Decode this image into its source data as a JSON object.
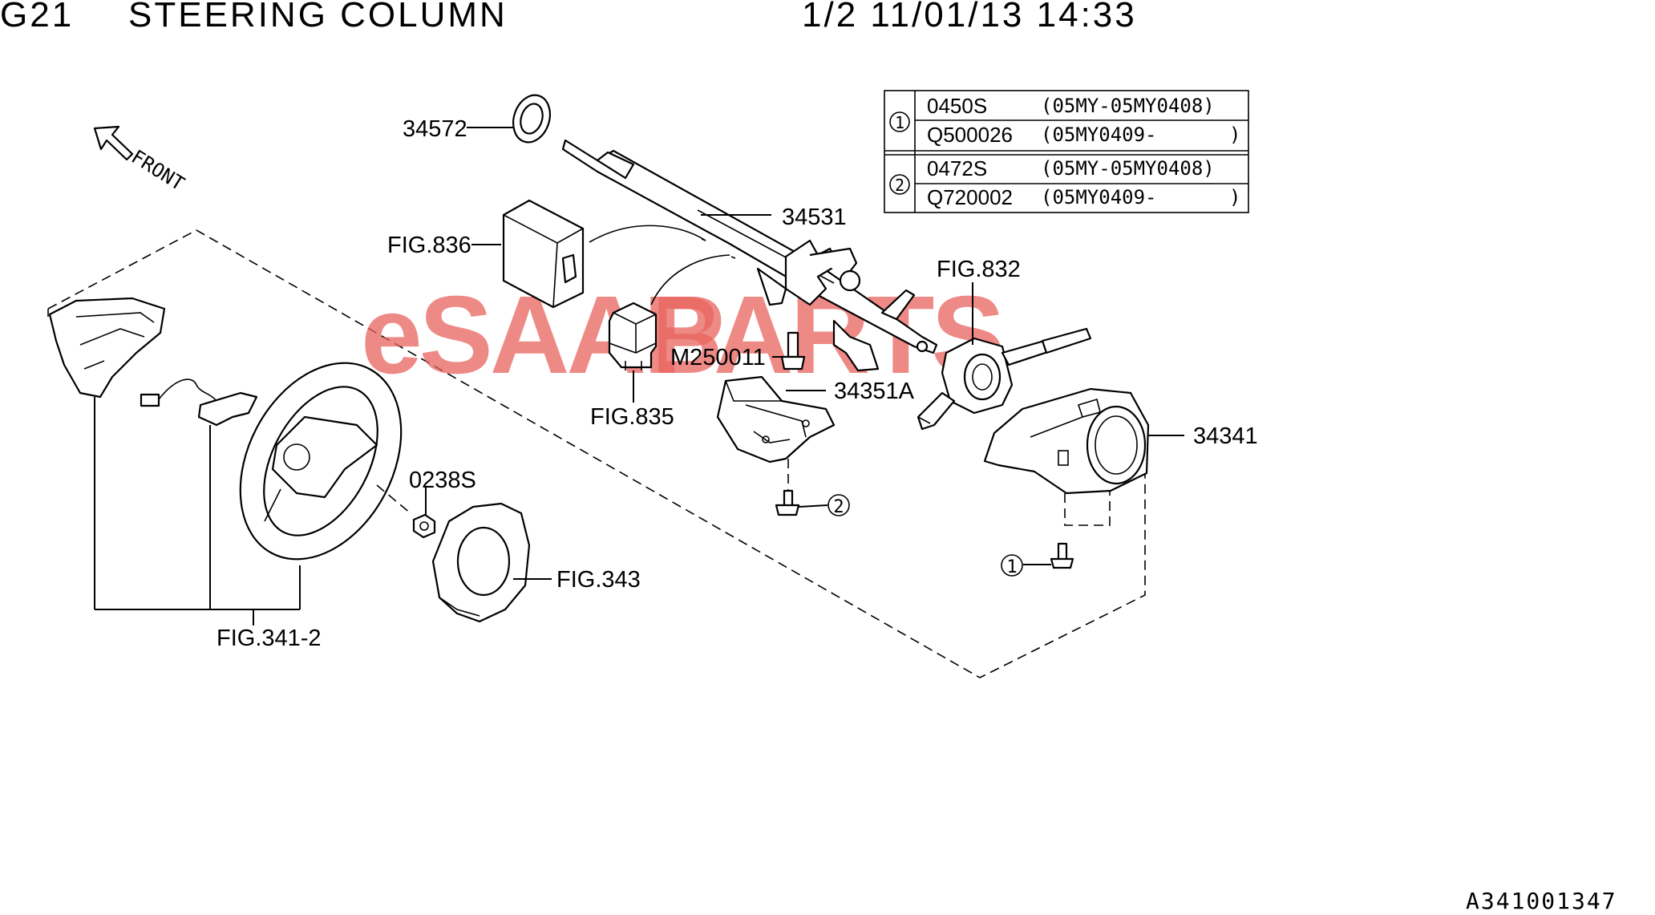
{
  "header": {
    "code": "G21",
    "title": "STEERING COLUMN",
    "page_info": "1/2 11/01/13 14:33"
  },
  "front_label": "FRONT",
  "watermark": {
    "prefix": "eSAAB",
    "suffix": "PARTS",
    "color": "#e8635e"
  },
  "callouts": {
    "c34572": "34572",
    "c34531": "34531",
    "fig836": "FIG.836",
    "fig832": "FIG.832",
    "m250011": "M250011",
    "c34351a": "34351A",
    "fig835": "FIG.835",
    "c34341": "34341",
    "c0238s": "0238S",
    "fig343": "FIG.343",
    "fig341_2": "FIG.341-2"
  },
  "legend": {
    "groups": [
      {
        "symbol": "1",
        "rows": [
          {
            "part": "0450S",
            "range": "(05MY-05MY0408)"
          },
          {
            "part": "Q500026",
            "range": "(05MY0409-",
            "close": ")"
          }
        ]
      },
      {
        "symbol": "2",
        "rows": [
          {
            "part": "0472S",
            "range": "(05MY-05MY0408)"
          },
          {
            "part": "Q720002",
            "range": "(05MY0409-",
            "close": ")"
          }
        ]
      }
    ]
  },
  "markers": {
    "screw_marker_1": "1",
    "screw_marker_2": "2"
  },
  "illustration_id": "A341001347"
}
